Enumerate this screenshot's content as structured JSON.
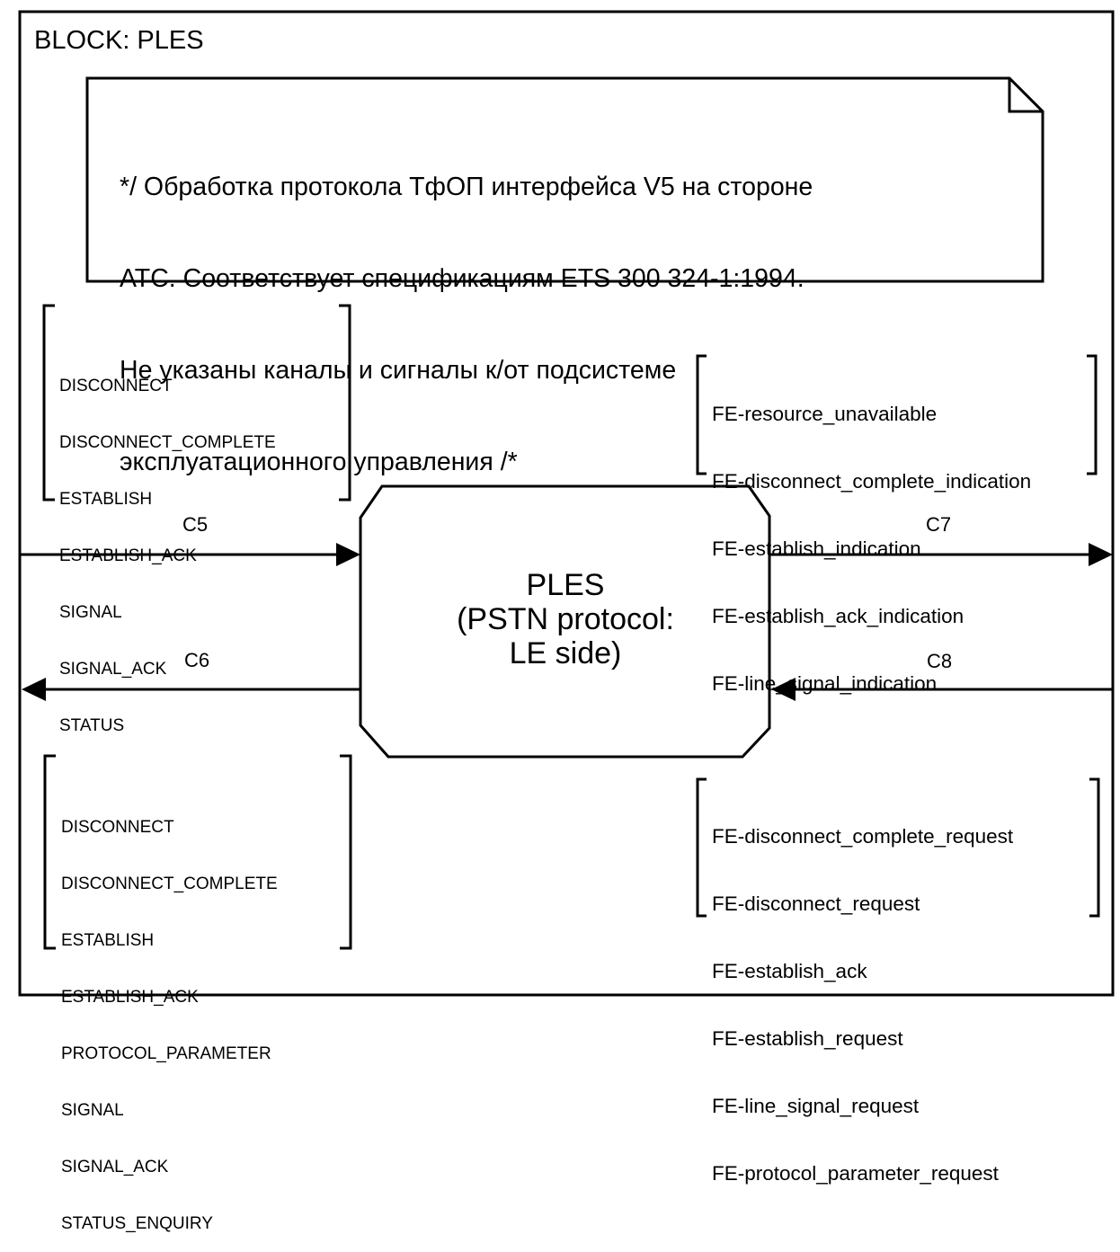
{
  "block": {
    "title": "BLOCK: PLES"
  },
  "comment": {
    "lines": [
      "*/ Обработка протокола ТфОП интерфейса V5 на стороне",
      "АТС. Соответствует спецификациям ETS 300 324-1:1994.",
      "Не указаны каналы и сигналы к/от подсистеме",
      "эксплуатационного управления /*"
    ]
  },
  "process": {
    "lines": [
      "PLES",
      "(PSTN protocol:",
      "LE side)"
    ]
  },
  "channels": {
    "c5": "C5",
    "c6": "C6",
    "c7": "C7",
    "c8": "C8"
  },
  "signal_lists": {
    "c5_in": [
      "DISCONNECT",
      "DISCONNECT_COMPLETE",
      "ESTABLISH",
      "ESTABLISH_ACK",
      "SIGNAL",
      "SIGNAL_ACK",
      "STATUS"
    ],
    "c6_out": [
      "DISCONNECT",
      "DISCONNECT_COMPLETE",
      "ESTABLISH",
      "ESTABLISH_ACK",
      "PROTOCOL_PARAMETER",
      "SIGNAL",
      "SIGNAL_ACK",
      "STATUS_ENQUIRY"
    ],
    "c7_out": [
      "FE-resource_unavailable",
      "FE-disconnect_complete_indication",
      "FE-establish_indication",
      "FE-establish_ack_indication",
      "FE-line_signal_indication"
    ],
    "c8_in": [
      "FE-disconnect_complete_request",
      "FE-disconnect_request",
      "FE-establish_ack",
      "FE-establish_request",
      "FE-line_signal_request",
      "FE-protocol_parameter_request"
    ]
  }
}
